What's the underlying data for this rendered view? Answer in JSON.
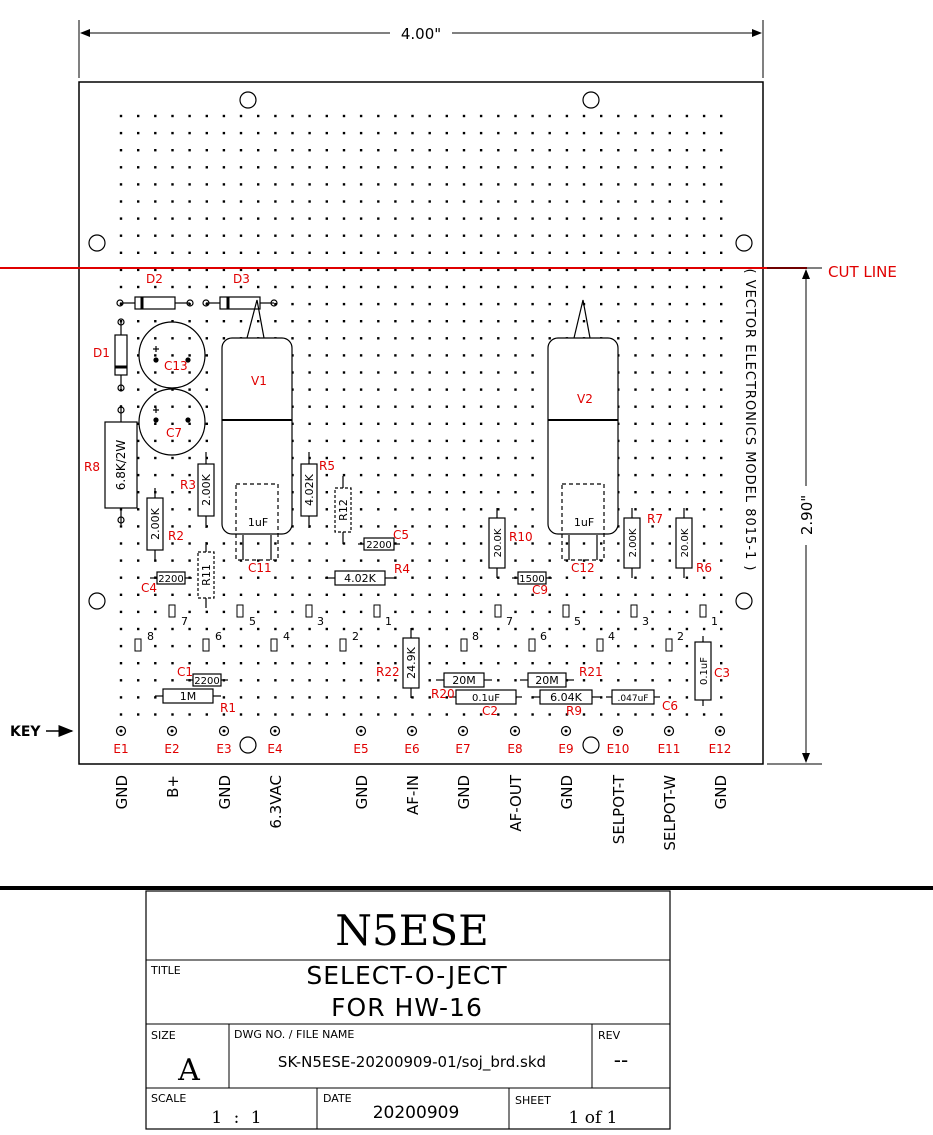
{
  "dimensions": {
    "width_label": "4.00\"",
    "height_label": "2.90\""
  },
  "cut_line": {
    "label": "CUT LINE",
    "color": "#e00000"
  },
  "board_model_text": "( VECTOR ELECTRONICS MODEL 8015-1 )",
  "key_label": "KEY",
  "colors": {
    "reference_designator": "#e00000",
    "line": "#000000"
  },
  "components": {
    "D1": "D1",
    "D2": "D2",
    "D3": "D3",
    "C13": "C13",
    "C7": "C7",
    "V1": "V1",
    "V2": "V2",
    "R8": "R8",
    "R8_value": "6.8K/2W",
    "R3": "R3",
    "R3_value": "2.00K",
    "R5": "R5",
    "R5_value": "4.02K",
    "R12_value": "R12",
    "R2": "R2",
    "R2_value": "2.00K",
    "C5": "C5",
    "C5_value": "2200",
    "R4": "R4",
    "R4_value": "4.02K",
    "C4": "C4",
    "C4_value": "2200",
    "R11_value": "R11",
    "C11": "C11",
    "C11_value": "1uF",
    "C12": "C12",
    "C12_value": "1uF",
    "R10": "R10",
    "R10_value": "20.0K",
    "C9": "C9",
    "C9_value": "1500",
    "R7": "R7",
    "R7_value": "2.00K",
    "R6": "R6",
    "R6_value": "20.0K",
    "C1": "C1",
    "C1_value": "2200",
    "R1": "R1",
    "R1_value": "1M",
    "R22": "R22",
    "R22_value": "24.9K",
    "R20": "R20",
    "R20_value": "20M",
    "C2": "C2",
    "C2_value": "0.1uF",
    "R21": "R21",
    "R21_value": "20M",
    "R9": "R9",
    "R9_value": "6.04K",
    "C6": "C6",
    "C6_value": ".047uF",
    "C3": "C3",
    "C3_value": "0.1uF"
  },
  "pins": [
    "8",
    "7",
    "6",
    "5",
    "4",
    "3",
    "2",
    "1",
    "8",
    "7",
    "6",
    "5",
    "4",
    "3",
    "2",
    "1"
  ],
  "terminals": [
    "E1",
    "E2",
    "E3",
    "E4",
    "E5",
    "E6",
    "E7",
    "E8",
    "E9",
    "E10",
    "E11",
    "E12"
  ],
  "terminal_functions": [
    "GND",
    "B+",
    "GND",
    "6.3VAC",
    "GND",
    "AF-IN",
    "GND",
    "AF-OUT",
    "GND",
    "SELPOT-T",
    "SELPOT-W",
    "GND"
  ],
  "title_block": {
    "company": "N5ESE",
    "title_label": "TITLE",
    "title_line1": "SELECT-O-JECT",
    "title_line2": "FOR HW-16",
    "size_label": "SIZE",
    "size_value": "A",
    "dwg_label": "DWG NO. / FILE NAME",
    "dwg_value": "SK-N5ESE-20200909-01/soj_brd.skd",
    "rev_label": "REV",
    "rev_value": "--",
    "scale_label": "SCALE",
    "scale_value": "1 : 1",
    "date_label": "DATE",
    "date_value": "20200909",
    "sheet_label": "SHEET",
    "sheet_value": "1 of 1"
  }
}
